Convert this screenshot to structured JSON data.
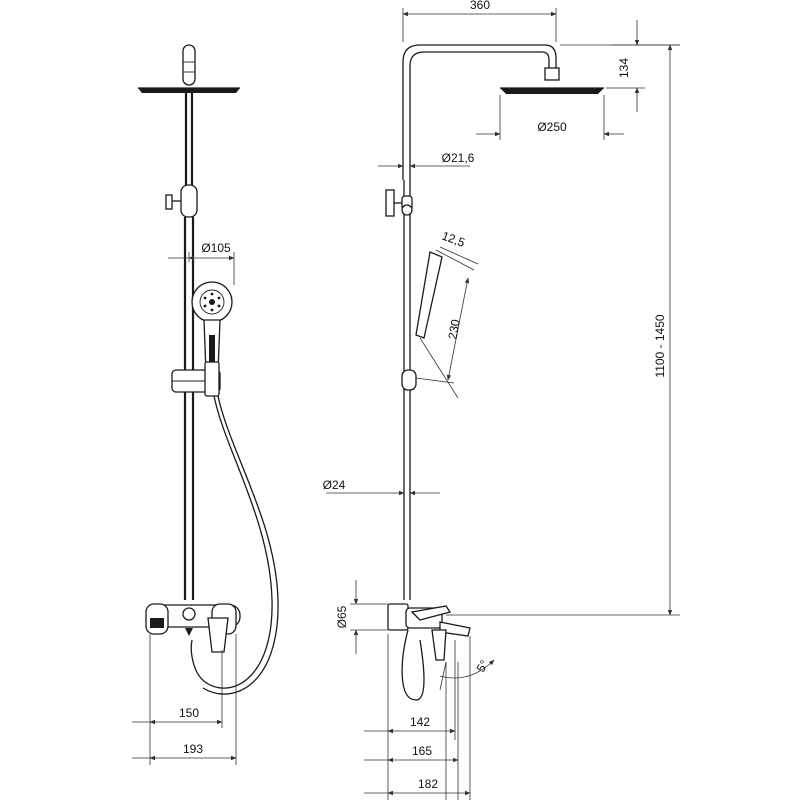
{
  "chart_data": {
    "type": "table",
    "dimensions": {
      "head_arm_reach": "360",
      "head_drop": "134",
      "head_diameter": "Ø250",
      "upper_pipe_diameter": "Ø21,6",
      "hand_shower_diameter": "Ø105",
      "hand_shower_thickness": "12,5",
      "hand_shower_length": "230",
      "lower_pipe_diameter": "Ø24",
      "height_range": "1100 - 1450",
      "mixer_body_diameter": "Ø65",
      "spout_angle": "5°",
      "front_inlet_spacing": "150",
      "front_overall_width": "193",
      "side_depth_1": "142",
      "side_depth_2": "165",
      "side_depth_3": "182"
    }
  },
  "arrow_color": "#333333",
  "line_color": "#1a1a1a"
}
